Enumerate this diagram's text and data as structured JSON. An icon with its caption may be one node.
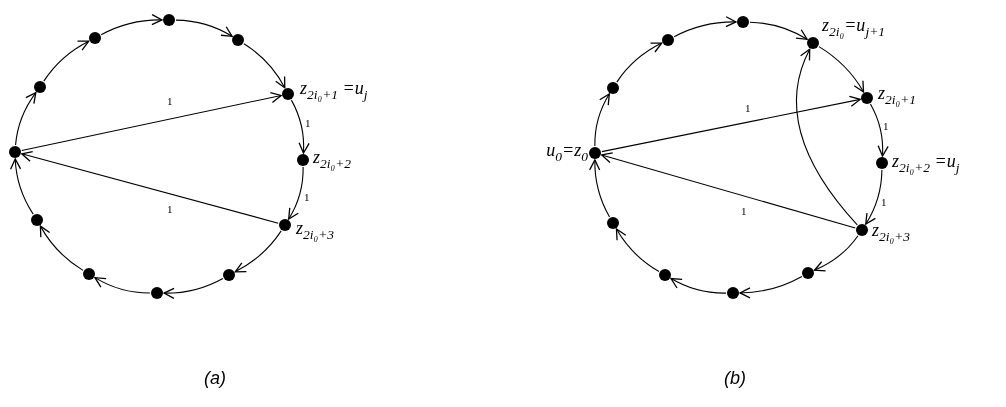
{
  "diagram": {
    "nodes": [
      {
        "text": [],
        "shape": "circle"
      },
      {
        "text": [],
        "shape": "circle"
      },
      {
        "text": [],
        "shape": "circle"
      },
      {
        "text": [],
        "shape": "circle"
      },
      {
        "text": [],
        "shape": "circle"
      },
      {
        "text": [],
        "shape": "circle",
        "beside": [
          "z$_{2i₀+1}$ =u$_{j}$"
        ]
      },
      {
        "text": [],
        "shape": "circle",
        "beside": [
          "z$_{2i₀+2}$"
        ]
      },
      {
        "text": [],
        "shape": "circle",
        "beside": [
          "z$_{2i₀+3}$"
        ]
      },
      {
        "text": [],
        "shape": "circle"
      },
      {
        "text": [],
        "shape": "circle"
      },
      {
        "text": [],
        "shape": "circle"
      },
      {
        "text": [],
        "shape": "circle"
      },
      {
        "text": [],
        "shape": "circle",
        "beside": [
          "u$_{0}$=z$_{0}$"
        ]
      },
      {
        "text": [],
        "shape": "circle"
      },
      {
        "text": [],
        "shape": "circle"
      },
      {
        "text": [],
        "shape": "circle"
      },
      {
        "text": [],
        "shape": "circle",
        "beside": [
          "z$_{2i₀}$=u$_{j+1}$"
        ]
      },
      {
        "text": [],
        "shape": "circle",
        "beside": [
          "z$_{2i₀+1}$"
        ]
      },
      {
        "text": [],
        "shape": "circle",
        "beside": [
          "z$_{2i₀+2}$ =u$_{j}$"
        ]
      },
      {
        "text": [],
        "shape": "circle",
        "beside": [
          "z$_{2i₀+3}$"
        ]
      },
      {
        "text": [],
        "shape": "circle"
      },
      {
        "text": [],
        "shape": "circle"
      },
      {
        "text": [],
        "shape": "circle"
      },
      {
        "text": [],
        "shape": "circle"
      }
    ],
    "edges": [
      {
        "from": 0,
        "to": 1,
        "arrow": "to"
      },
      {
        "from": 1,
        "to": 2,
        "arrow": "to"
      },
      {
        "from": 2,
        "to": 3,
        "arrow": "to"
      },
      {
        "from": 3,
        "to": 4,
        "arrow": "to"
      },
      {
        "from": 4,
        "to": 5,
        "arrow": "to"
      },
      {
        "from": 5,
        "to": 6,
        "arrow": "to",
        "label": "1"
      },
      {
        "from": 6,
        "to": 7,
        "arrow": "to",
        "label": "1"
      },
      {
        "from": 7,
        "to": 8,
        "arrow": "to"
      },
      {
        "from": 8,
        "to": 9,
        "arrow": "to"
      },
      {
        "from": 9,
        "to": 10,
        "arrow": "to"
      },
      {
        "from": 10,
        "to": 11,
        "arrow": "to"
      },
      {
        "from": 11,
        "to": 0,
        "arrow": "to"
      },
      {
        "from": 0,
        "to": 5,
        "arrow": "to",
        "label": "1"
      },
      {
        "from": 7,
        "to": 0,
        "arrow": "to",
        "label": "1"
      },
      {
        "from": 12,
        "to": 13,
        "arrow": "to"
      },
      {
        "from": 13,
        "to": 14,
        "arrow": "to"
      },
      {
        "from": 14,
        "to": 15,
        "arrow": "to"
      },
      {
        "from": 15,
        "to": 16,
        "arrow": "to"
      },
      {
        "from": 16,
        "to": 17,
        "arrow": "to"
      },
      {
        "from": 17,
        "to": 18,
        "arrow": "to",
        "label": "1"
      },
      {
        "from": 18,
        "to": 19,
        "arrow": "to",
        "label": "1"
      },
      {
        "from": 19,
        "to": 20,
        "arrow": "to"
      },
      {
        "from": 20,
        "to": 21,
        "arrow": "to"
      },
      {
        "from": 21,
        "to": 22,
        "arrow": "to"
      },
      {
        "from": 22,
        "to": 23,
        "arrow": "to"
      },
      {
        "from": 23,
        "to": 12,
        "arrow": "to"
      },
      {
        "from": 12,
        "to": 17,
        "arrow": "to",
        "label": "1"
      },
      {
        "from": 19,
        "to": 12,
        "arrow": "to",
        "label": "1"
      },
      {
        "from": 19,
        "to": 16,
        "arrow": "to"
      }
    ],
    "labels": [
      "(a)",
      "(b)"
    ]
  }
}
